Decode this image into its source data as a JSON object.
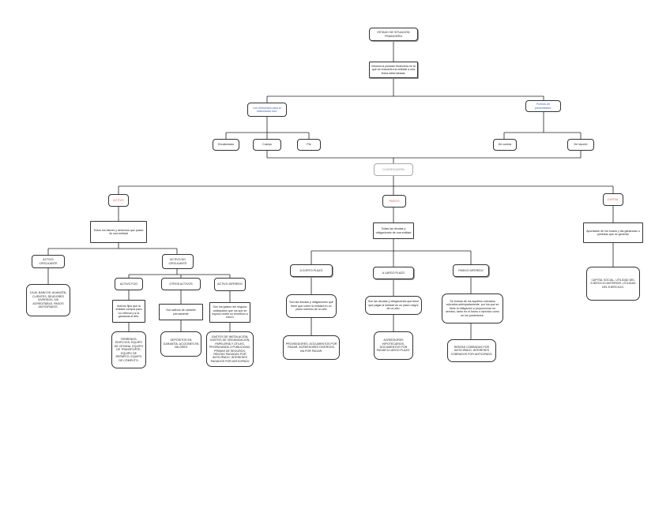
{
  "nodes": {
    "root": "ESTADO DE SITUACIÓN FINANCIERA",
    "definition": "Informa la posición financiera en la que se encuentra la entidad a una fecha determinada.",
    "elaboracion": "Los elementos para la elaboración son:",
    "presentacion": "Formas de presentación:",
    "encabezado": "Encabezado",
    "cuerpo": "Cuerpo",
    "pie": "Pie",
    "cuenta": "De cuenta",
    "reporte": "De reporte",
    "clasificacion": "CLASIFICACIÓN",
    "activo": "ACTIVO",
    "pasivo": "PASIVO",
    "capital": "CAPITAL",
    "activo_def": "Todos los bienes y derechos que posee de una entidad",
    "pasivo_def": "Todas las deudas y obligaciones de una entidad",
    "capital_def": "Aportación de los socios y las ganancias o pérdidas que se generan",
    "activo_circulante": "ACTIVO CIRCULANTE",
    "activo_no_circulante": "ACTIVO NO CIRCULANTE",
    "circulante_ej": "CAJA, BANCOS, ALMACÉN, CLIENTES, DEUDORES DIVERSOS, IVA ACREDITABLE, PAGOS ANTICIPADOS.",
    "activo_fijo": "ACTIVO FIJO",
    "otros_activos": "OTROS ACTIVOS",
    "activo_diferido": "ACTIVO DIFERIDO",
    "fijo_def": "Activos fijos que la entidad compra para su ofrezca y a la ganancia al año.",
    "otros_def": "Son activos de carácter permanente",
    "diferido_def": "Son los gastos del negocio anticipados que los que se espera recibir un beneficio a futuro",
    "fijo_ej": "TERRENOS, EDIFICIOS, EQUIPO DE OFICINA, EQUIPO DE TRANSPORTE, EQUIPO DE REPARTO, EQUIPO DE CÓMPUTO.",
    "otros_ej": "DEPÓSITOS EN GARANTÍA, ACCIONES EN VALORES",
    "diferido_ej": "GASTOS DE INSTALACIÓN, GASTOS DE ORGANIZACIÓN, PAPELERÍA Y ÚTILES, PROPAGANDA O PUBLICIDAD, PRIMAS DE SEGUROS, RENTAS PAGADAS POR ANTICIPADO, INTERESES PAGADOS POR ANTICIPADO",
    "corto_plazo": "A CORTO PLAZO",
    "largo_plazo": "A LARGO PLAZO",
    "pasivo_diferido": "PASIVO DIFERIDO",
    "corto_def": "Son las deudas y obligaciones que tiene que cubrir la entidad en un plazo máximo de un año",
    "largo_def": "Son las deudas y obligaciones que tiene que pagar la entidad en un plazo mayor de un año.",
    "diferido_pas_def": "Se forman de los aquellos cobrados cobrados anticipadamente, por los que se tiene la obligación a proporcionar un servicio, tanto en el futuro o ejercicio como en los posteriores.",
    "corto_ej": "PROVEEDORES, DOCUMENTOS POR PAGAR, ACREEDORES DIVERSOS, IVA POR PAGAR.",
    "largo_ej": "ACREEDORES HIPOTECARIOS, DOCUMENTOS POR PAGAR A LARGO PLAZO.",
    "diferido_pas_ej": "RENTAS COBRADAS POR ANTICIPADO, INTERESES COBRADOS POR ANTICIPADO.",
    "capital_ej": "CAPITAL SOCIAL, UTILIDAD DEL EJERCICIO ANTERIOR, UTILIDAD DEL EJERCICIO."
  }
}
